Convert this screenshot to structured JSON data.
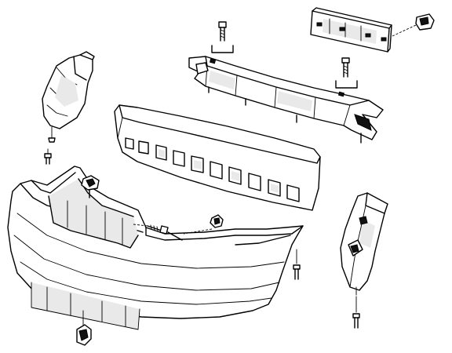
{
  "figure": {
    "type": "exploded-parts-diagram",
    "parts": [
      "left-mud-guard",
      "rear-bumper-cover",
      "energy-absorber",
      "bumper-reinforcement-beam",
      "bumper-mounting-bracket",
      "right-side-bracket",
      "clip",
      "bolt",
      "push-pin-clip",
      "nut"
    ],
    "colors": {
      "line": "#000000",
      "background": "#ffffff"
    }
  }
}
